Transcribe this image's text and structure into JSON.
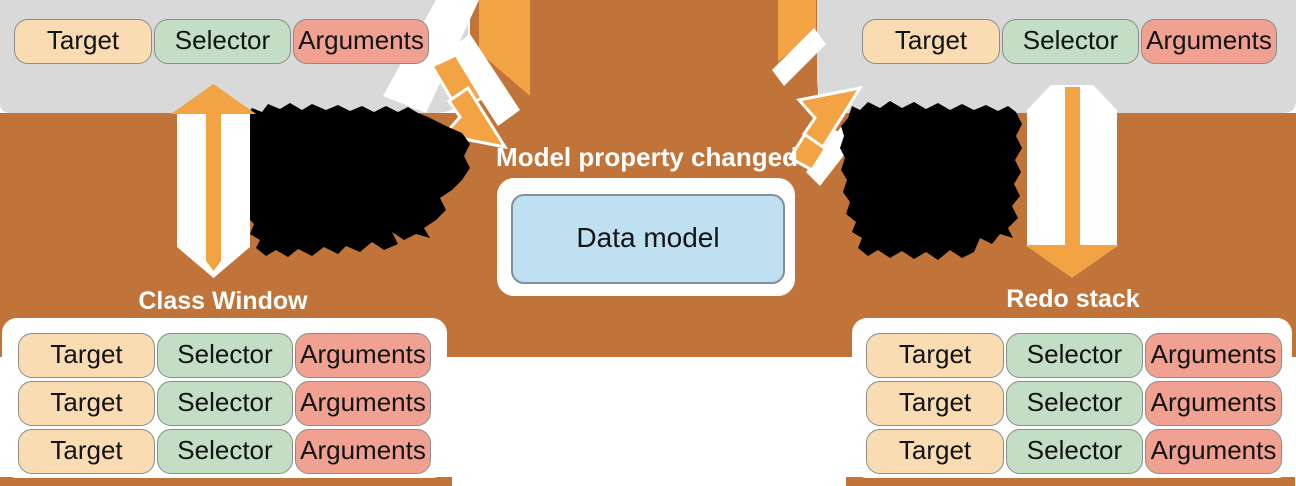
{
  "pills": {
    "target": "Target",
    "selector": "Selector",
    "arguments": "Arguments"
  },
  "center": {
    "heading": "Model property changed",
    "model_label": "Data model"
  },
  "stacks": {
    "left_label": "Class Window",
    "right_label": "Redo stack"
  },
  "colors": {
    "background_brown": "#C0743A",
    "arrow_orange": "#F2A445",
    "panel_gray": "#D9D9D9",
    "pill_target": "#FADCB2",
    "pill_selector": "#C3DEC5",
    "pill_arguments": "#F0A191",
    "model_blue": "#BEE0F0",
    "redaction_black": "#000000"
  },
  "icons": {
    "left_vertical_arrow": "up-arrow-icon",
    "right_vertical_arrow": "down-arrow-icon",
    "left_diagonal_arrow": "arrow-to-model-icon",
    "right_diagonal_arrow": "arrow-to-window-icon",
    "left_redaction": "redaction-scribble",
    "right_redaction": "redaction-scribble"
  }
}
